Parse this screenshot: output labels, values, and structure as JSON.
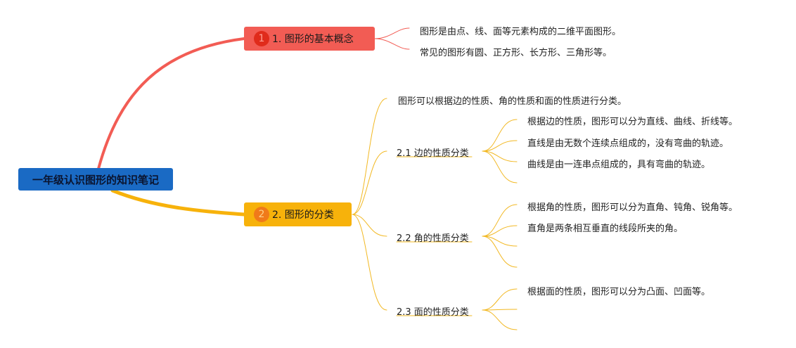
{
  "root": {
    "label": "一年级认识图形的知识笔记"
  },
  "branches": [
    {
      "label": "1. 图形的基本概念",
      "badge": "1",
      "color": "#f25c54",
      "leaves": [
        "图形是由点、线、面等元素构成的二维平面图形。",
        "常见的图形有圆、正方形、长方形、三角形等。"
      ]
    },
    {
      "label": "2. 图形的分类",
      "badge": "2",
      "color": "#f7b20b",
      "intro": "图形可以根据边的性质、角的性质和面的性质进行分类。",
      "subs": [
        {
          "label": "2.1 边的性质分类",
          "leaves": [
            "根据边的性质，图形可以分为直线、曲线、折线等。",
            "直线是由无数个连续点组成的，没有弯曲的轨迹。",
            "曲线是由一连串点组成的，具有弯曲的轨迹。",
            ""
          ]
        },
        {
          "label": "2.2 角的性质分类",
          "leaves": [
            "根据角的性质，图形可以分为直角、钝角、锐角等。",
            "直角是两条相互垂直的线段所夹的角。",
            "",
            ""
          ]
        },
        {
          "label": "2.3 面的性质分类",
          "leaves": [
            "根据面的性质，图形可以分为凸面、凹面等。",
            "",
            ""
          ]
        }
      ]
    }
  ]
}
